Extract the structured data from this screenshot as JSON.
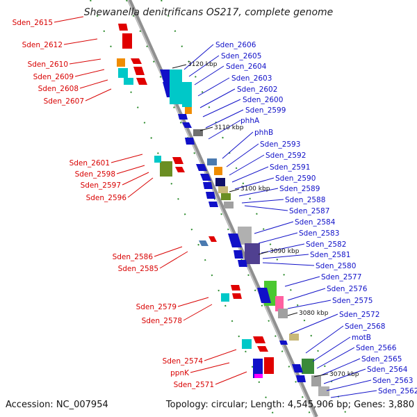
{
  "title": "Shewanella denitrificans OS217, complete genome",
  "accession": "Accession: NC_007954",
  "topology": "Topology: circular; Length: 4,545,906 bp; Genes: 3,880",
  "kbp_marks": [
    "3120 kbp",
    "3110 kbp",
    "3100 kbp",
    "3090 kbp",
    "3080 kbp",
    "3070 kbp"
  ],
  "left_genes": [
    "Sden_2615",
    "Sden_2612",
    "Sden_2610",
    "Sden_2609",
    "Sden_2608",
    "Sden_2607",
    "Sden_2601",
    "Sden_2598",
    "Sden_2597",
    "Sden_2596",
    "Sden_2586",
    "Sden_2585",
    "Sden_2579",
    "Sden_2578",
    "Sden_2574",
    "ppnK",
    "Sden_2571"
  ],
  "right_genes": [
    "Sden_2606",
    "Sden_2605",
    "Sden_2604",
    "Sden_2603",
    "Sden_2602",
    "Sden_2600",
    "Sden_2599",
    "phhA",
    "phhB",
    "Sden_2593",
    "Sden_2592",
    "Sden_2591",
    "Sden_2590",
    "Sden_2589",
    "Sden_2588",
    "Sden_2587",
    "Sden_2584",
    "Sden_2583",
    "Sden_2582",
    "Sden_2581",
    "Sden_2580",
    "Sden_2577",
    "Sden_2576",
    "Sden_2575",
    "Sden_2572",
    "Sden_2568",
    "motB",
    "Sden_2566",
    "Sden_2565",
    "Sden_2564",
    "Sden_2563",
    "Sden_2562"
  ],
  "colors": {
    "forward": "#1010c8",
    "reverse": "#d80000",
    "backbone": "#888888",
    "tick": "#2a8a2a"
  }
}
